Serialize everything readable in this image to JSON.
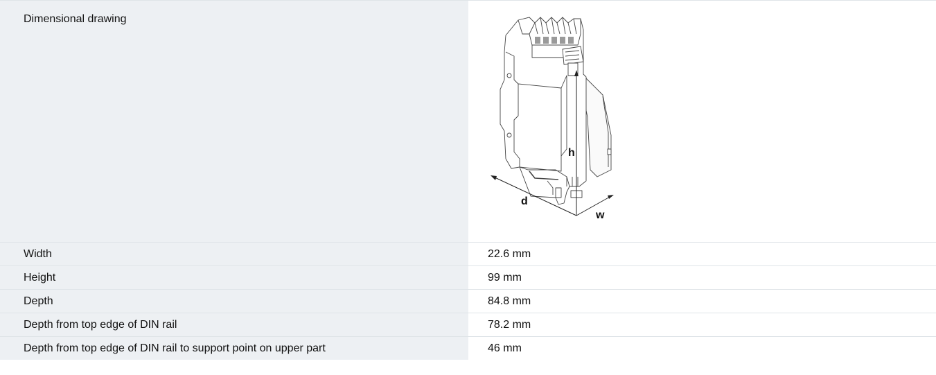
{
  "drawing": {
    "label": "Dimensional drawing",
    "dim_h": "h",
    "dim_d": "d",
    "dim_w": "w"
  },
  "rows": [
    {
      "label": "Width",
      "value": "22.6 mm"
    },
    {
      "label": "Height",
      "value": "99 mm"
    },
    {
      "label": "Depth",
      "value": "84.8 mm"
    },
    {
      "label": "Depth from top edge of DIN rail",
      "value": "78.2 mm"
    },
    {
      "label": "Depth from top edge of DIN rail to support point on upper part",
      "value": "46 mm"
    }
  ]
}
